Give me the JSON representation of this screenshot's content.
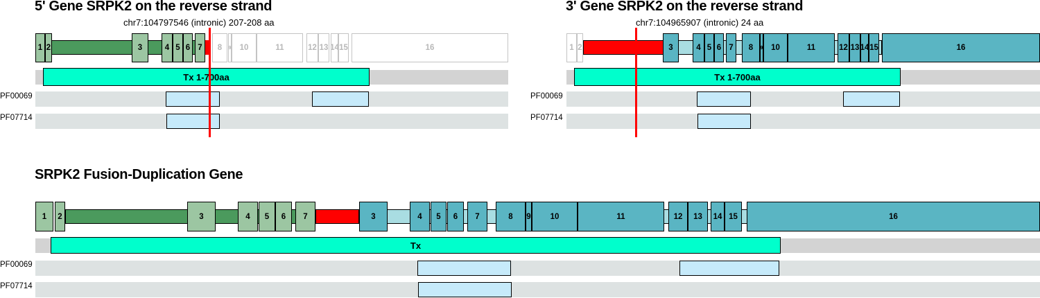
{
  "panels": {
    "five_prime": {
      "title": "5' Gene SRPK2 on the reverse strand",
      "breakpoint": "chr7:104797546 (intronic) 207-208 aa",
      "transcript_label": "Tx 1-700aa",
      "exon_labels": [
        "1",
        "2",
        "3",
        "4",
        "5",
        "6",
        "7",
        "8",
        "9",
        "10",
        "11",
        "12",
        "13",
        "14",
        "15",
        "16"
      ],
      "domains": [
        "PF00069",
        "PF07714"
      ]
    },
    "three_prime": {
      "title": "3' Gene SRPK2 on the reverse strand",
      "breakpoint": "chr7:104965907 (intronic) 24 aa",
      "transcript_label": "Tx 1-700aa",
      "exon_labels": [
        "1",
        "2",
        "3",
        "4",
        "5",
        "6",
        "7",
        "8",
        "9",
        "10",
        "11",
        "12",
        "13",
        "14",
        "15",
        "16"
      ],
      "domains": [
        "PF00069",
        "PF07714"
      ]
    },
    "fusion": {
      "title": "SRPK2 Fusion-Duplication Gene",
      "transcript_label": "Tx",
      "exon_labels_5p": [
        "1",
        "2",
        "3",
        "4",
        "5",
        "6",
        "7"
      ],
      "exon_labels_3p": [
        "3",
        "4",
        "5",
        "6",
        "7",
        "8",
        "9",
        "10",
        "11",
        "12",
        "13",
        "14",
        "15",
        "16"
      ],
      "domains": [
        "PF00069",
        "PF07714"
      ]
    }
  },
  "colors": {
    "five_prime_exon": "#9cc6a2",
    "five_prime_utr": "#4b9a5d",
    "three_prime_exon": "#5ab5c3",
    "three_prime_utr": "#a9dde2",
    "breakpoint_red": "#ff0000",
    "transcript": "#00ffcc",
    "domain": "#c6eafa",
    "track_background": "#dde2e2"
  }
}
